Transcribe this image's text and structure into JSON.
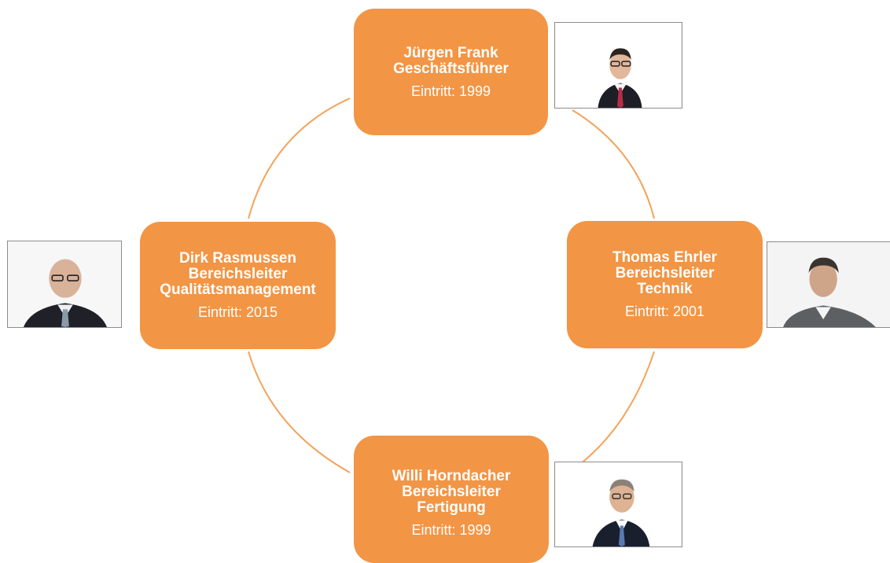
{
  "colors": {
    "box_fill": "#f29545",
    "connector": "#f4a35a",
    "text": "#ffffff"
  },
  "nodes": {
    "top": {
      "name": "Jürgen Frank",
      "role": "Geschäftsführer",
      "entry": "Eintritt: 1999"
    },
    "right": {
      "name": "Thomas Ehrler",
      "role": "Bereichsleiter\nTechnik",
      "entry": "Eintritt: 2001"
    },
    "bottom": {
      "name": "Willi Horndacher",
      "role": "Bereichsleiter\nFertigung",
      "entry": "Eintritt: 1999"
    },
    "left": {
      "name": "Dirk Rasmussen",
      "role": "Bereichsleiter\nQualitätsmanagement",
      "entry": "Eintritt: 2015"
    }
  },
  "photos": {
    "top": "portrait-photo",
    "right": "portrait-photo",
    "bottom": "portrait-photo",
    "left": "portrait-photo"
  }
}
